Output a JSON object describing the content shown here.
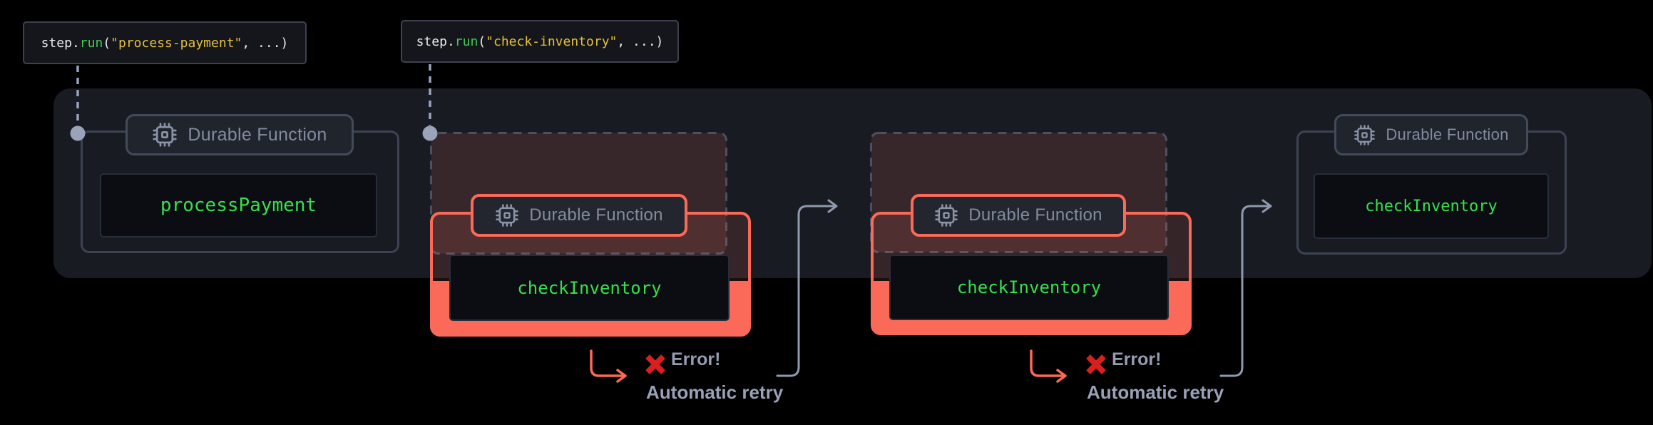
{
  "diagram": {
    "description": "Durable function retry flow",
    "panel_background": "#181b22",
    "canvas_background": "#000000"
  },
  "code_labels": [
    {
      "object": "step",
      "dot": ".",
      "method": "run",
      "open_paren": "(",
      "string_arg": "\"process-payment\"",
      "close": ", ...)"
    },
    {
      "object": "step",
      "dot": ".",
      "method": "run",
      "open_paren": "(",
      "string_arg": "\"check-inventory\"",
      "close": ", ...)"
    }
  ],
  "groups": [
    {
      "badge_label": "Durable Function",
      "function_name": "processPayment",
      "state": "running"
    },
    {
      "badge_label": "Durable Function",
      "function_name": "checkInventory",
      "state": "failed-retrying"
    },
    {
      "badge_label": "Durable Function",
      "function_name": "checkInventory",
      "state": "failed-retrying"
    },
    {
      "badge_label": "Durable Function",
      "function_name": "checkInventory",
      "state": "running"
    }
  ],
  "error_annotations": [
    {
      "icon": "red-x",
      "title": "Error!",
      "subtitle": "Automatic retry"
    },
    {
      "icon": "red-x",
      "title": "Error!",
      "subtitle": "Automatic retry"
    }
  ],
  "colors": {
    "accent_red": "#fb6a59",
    "error_x_red": "#da201e",
    "function_green": "#35e14b",
    "method_green": "#3fcb52",
    "string_yellow": "#e5c03c",
    "connector_slate": "#99a3ba",
    "arrow_gray": "#8f99ae",
    "border_gray": "#3d4354"
  }
}
